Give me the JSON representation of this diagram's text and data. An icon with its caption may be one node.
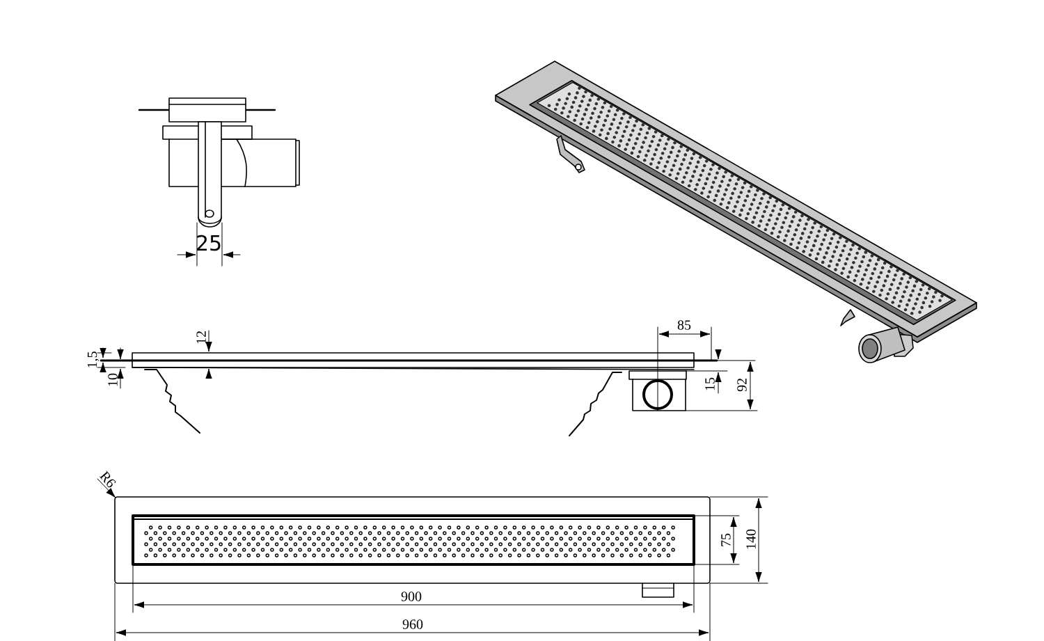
{
  "diagram": {
    "labels": [
      "25",
      "85",
      "12",
      "1,5",
      "10",
      "15",
      "92",
      "R6",
      "75",
      "140",
      "900",
      "960"
    ]
  }
}
